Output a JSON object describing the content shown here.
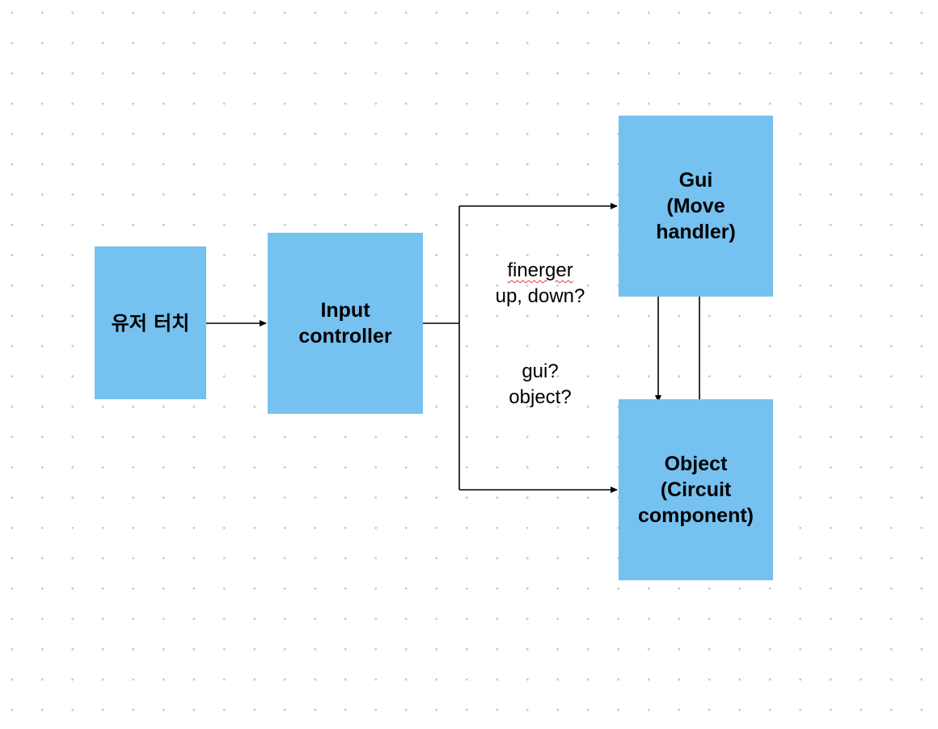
{
  "nodes": {
    "user_touch": "유저 터치",
    "input_controller": "Input\ncontroller",
    "gui": "Gui\n(Move\nhandler)",
    "object": "Object\n(Circuit\ncomponent)"
  },
  "annotations": {
    "finger_word": "finerger",
    "finger_rest": "up, down?",
    "target_question": "gui?\nobject?"
  },
  "colors": {
    "box_fill": "#75c1f0",
    "arrow": "#000000",
    "spellcheck_underline": "#e0393e",
    "grid_dot": "#c9c9c9"
  }
}
